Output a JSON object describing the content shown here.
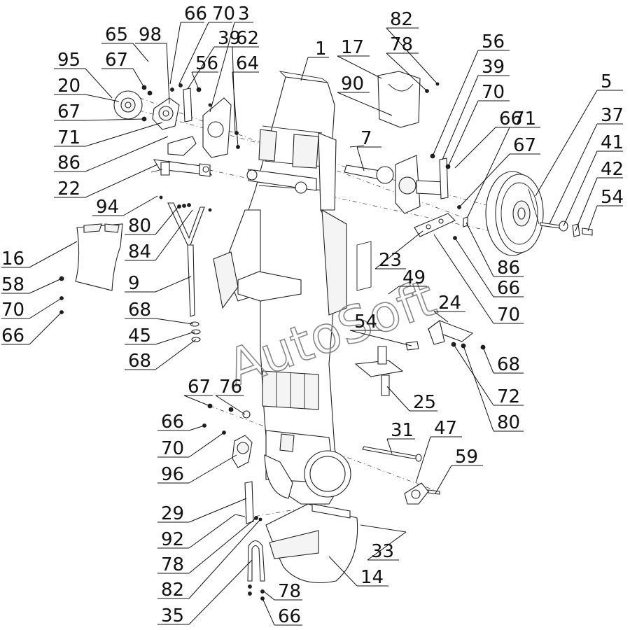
{
  "watermark": "AutoSoft",
  "callouts": [
    "1",
    "3",
    "5",
    "7",
    "9",
    "14",
    "16",
    "17",
    "20",
    "22",
    "23",
    "24",
    "25",
    "29",
    "31",
    "33",
    "35",
    "37",
    "39",
    "41",
    "42",
    "45",
    "47",
    "49",
    "54",
    "56",
    "58",
    "59",
    "62",
    "64",
    "65",
    "66",
    "67",
    "68",
    "70",
    "71",
    "72",
    "76",
    "78",
    "80",
    "82",
    "84",
    "86",
    "90",
    "92",
    "94",
    "95",
    "96",
    "98"
  ]
}
